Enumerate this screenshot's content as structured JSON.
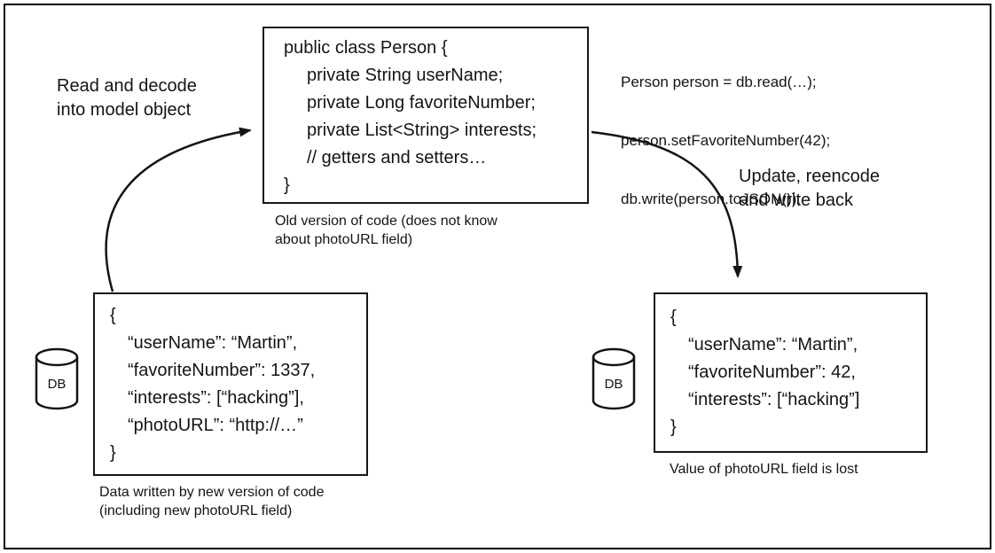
{
  "labels": {
    "read_decode": [
      "Read and decode",
      "into model object"
    ],
    "update_reencode": [
      "Update, reencode",
      "and write back"
    ]
  },
  "person_class": {
    "lines": [
      "public class Person {",
      "private String userName;",
      "private Long favoriteNumber;",
      "private List<String> interests;",
      "// getters and setters…",
      "}"
    ],
    "caption": [
      "Old version of code (does not know",
      "about photoURL field)"
    ]
  },
  "app_code": {
    "lines": [
      "Person person = db.read(…);",
      "person.setFavoriteNumber(42);",
      "db.write(person.toJSON());"
    ]
  },
  "db": {
    "label": "DB"
  },
  "json_new": {
    "lines": [
      "{",
      "“userName”: “Martin”,",
      "“favoriteNumber”: 1337,",
      "“interests”: [“hacking”],",
      "“photoURL”: “http://…”",
      "}"
    ],
    "caption": [
      "Data written by new version of code",
      "(including new photoURL field)"
    ]
  },
  "json_lost": {
    "lines": [
      "{",
      "“userName”: “Martin”,",
      "“favoriteNumber”: 42,",
      "“interests”: [“hacking”]",
      "}"
    ],
    "caption": [
      "Value of photoURL field is lost"
    ]
  }
}
